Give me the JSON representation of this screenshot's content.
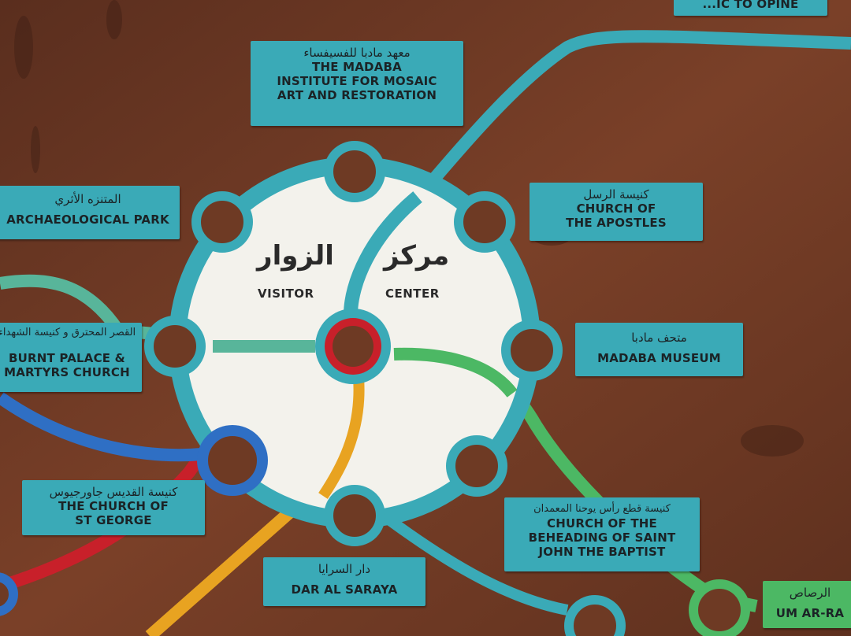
{
  "colors": {
    "board": "#6e3a24",
    "sign": "#3aaab7",
    "sign_green": "#4cb864",
    "route_teal": "#3aaab7",
    "route_red": "#c8202a",
    "route_blue": "#2f6fc4",
    "route_yellow": "#e8a321",
    "route_green": "#4cb864",
    "route_mint": "#58b59a",
    "hub_fill": "#f3f2ec"
  },
  "hub": {
    "arabic_left": "الزوار",
    "english_left": "VISITOR",
    "arabic_right": "مركز",
    "english_right": "CENTER"
  },
  "signs": {
    "top_right_partial": {
      "english": "...IC TO OPINE"
    },
    "mosaic_institute": {
      "arabic": "معهد مادبا للفسيفساء",
      "english": [
        "THE MADABA",
        "INSTITUTE FOR MOSAIC",
        "ART AND RESTORATION"
      ]
    },
    "archaeological_park": {
      "arabic": "المتنزه الأثري",
      "english": [
        "ARCHAEOLOGICAL PARK"
      ]
    },
    "church_apostles": {
      "arabic": "كنيسة الرسل",
      "english": [
        "CHURCH OF",
        "THE APOSTLES"
      ]
    },
    "burnt_palace": {
      "arabic": "القصر المحترق و كنيسة الشهداء",
      "english": [
        "BURNT PALACE &",
        "MARTYRS CHURCH"
      ]
    },
    "madaba_museum": {
      "arabic": "متحف مادبا",
      "english": [
        "MADABA MUSEUM"
      ]
    },
    "church_st_george": {
      "arabic": "كنيسة القديس جاورجيوس",
      "english": [
        "THE CHURCH OF",
        "ST GEORGE"
      ]
    },
    "beheading_church": {
      "arabic": "كنيسة قطع رأس يوحنا المعمدان",
      "english": [
        "CHURCH OF THE",
        "BEHEADING OF SAINT",
        "JOHN THE BAPTIST"
      ]
    },
    "dar_al_saraya": {
      "arabic": "دار السرايا",
      "english": [
        "DAR AL SARAYA"
      ]
    },
    "um_ar_rasas": {
      "arabic": "الرصاص",
      "english": [
        "UM AR-RA"
      ]
    }
  },
  "icons": [
    "station-ring-icon",
    "hub-station-icon"
  ]
}
